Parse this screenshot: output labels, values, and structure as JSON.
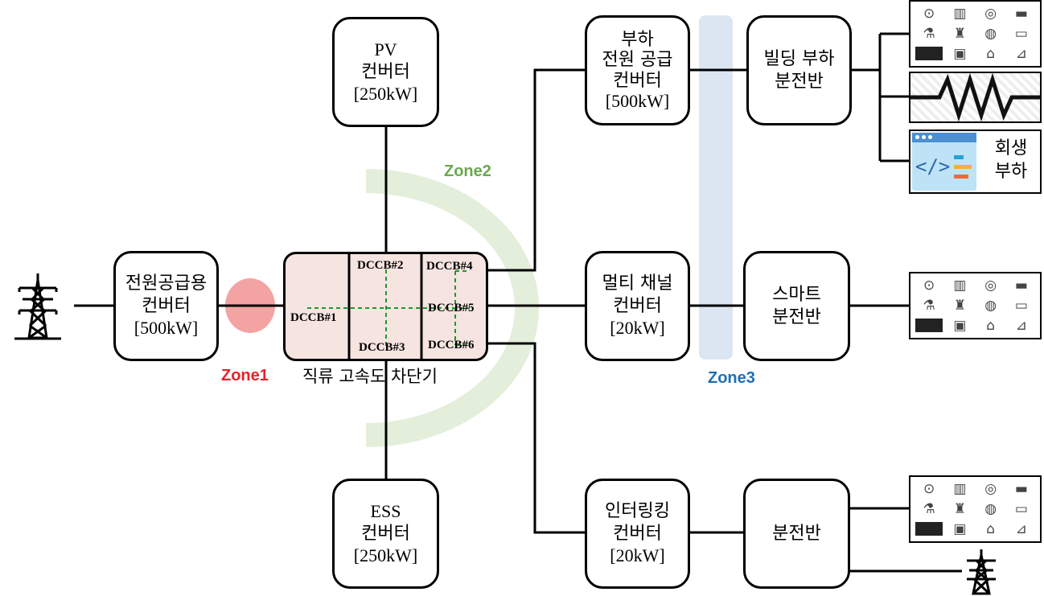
{
  "colors": {
    "zone1": "#e8212a",
    "zone2": "#6aa84f",
    "zone3": "#1f6fb5",
    "zone1_fill": "#f4a3a3",
    "zone2_fill": "#e3eedb",
    "zone3_fill": "#dce6f2",
    "breaker_fill": "#f6e4e0",
    "dccb_link": "#1a9a2a"
  },
  "nodes": {
    "supply_converter": {
      "line1": "전원공급용",
      "line2": "컨버터",
      "rating": "[500kW]"
    },
    "pv_converter": {
      "line1": "PV",
      "line2": "컨버터",
      "rating": "[250kW]"
    },
    "ess_converter": {
      "line1": "ESS",
      "line2": "컨버터",
      "rating": "[250kW]"
    },
    "load_supply_converter": {
      "line1": "부하",
      "line2": "전원 공급",
      "line3": "컨버터",
      "rating": "[500kW]"
    },
    "multichannel_converter": {
      "line1": "멀티 채널",
      "line2": "컨버터",
      "rating": "[20kW]"
    },
    "interlinking_converter": {
      "line1": "인터링킹",
      "line2": "컨버터",
      "rating": "[20kW]"
    },
    "building_panel": {
      "line1": "빌딩 부하",
      "line2": "분전반"
    },
    "smart_panel": {
      "line1": "스마트",
      "line2": "분전반"
    },
    "panel": {
      "line1": "분전반"
    }
  },
  "breaker": {
    "caption": "직류 고속도 차단기",
    "cb1": "DCCB#1",
    "cb2": "DCCB#2",
    "cb3": "DCCB#3",
    "cb4": "DCCB#4",
    "cb5": "DCCB#5",
    "cb6": "DCCB#6"
  },
  "zones": {
    "zone1": "Zone1",
    "zone2": "Zone2",
    "zone3": "Zone3"
  },
  "loads": {
    "regen_line1": "회생",
    "regen_line2": "부하",
    "code_icon": "</>"
  },
  "icons": {
    "grid_tower": "transmission-tower-icon",
    "appliances": "home-appliances-icon",
    "resistor": "resistor-icon",
    "software": "code-window-icon"
  }
}
